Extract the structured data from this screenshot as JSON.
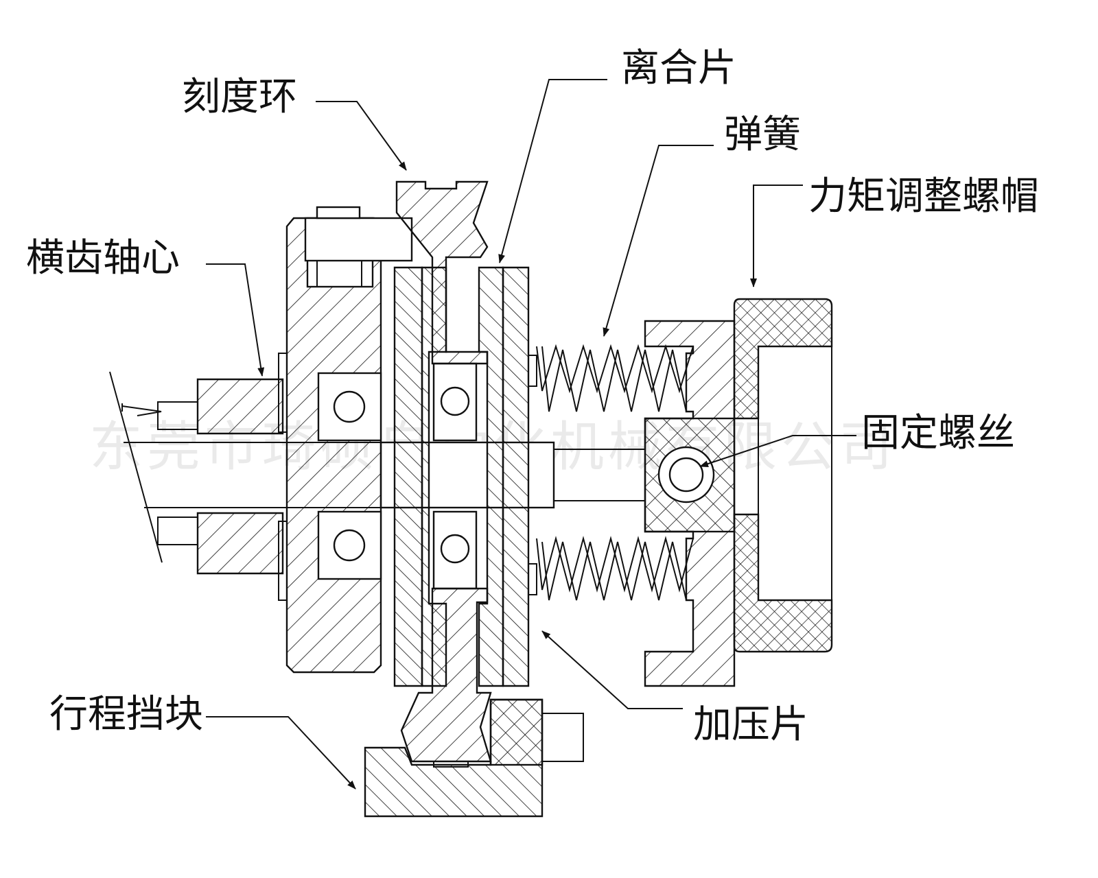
{
  "labels": {
    "scale_ring": "刻度环",
    "clutch_plate": "离合片",
    "spring": "弹簧",
    "torque_nut": "力矩调整螺帽",
    "shaft_core": "横齿轴心",
    "fixing_screw": "固定螺丝",
    "pressure_plate": "加压片",
    "travel_stop": "行程挡块"
  },
  "watermark": "东莞市琦硕自动化机械有限公司",
  "colors": {
    "line": "#111111",
    "background": "#ffffff",
    "watermark": "#d9d9d9"
  }
}
